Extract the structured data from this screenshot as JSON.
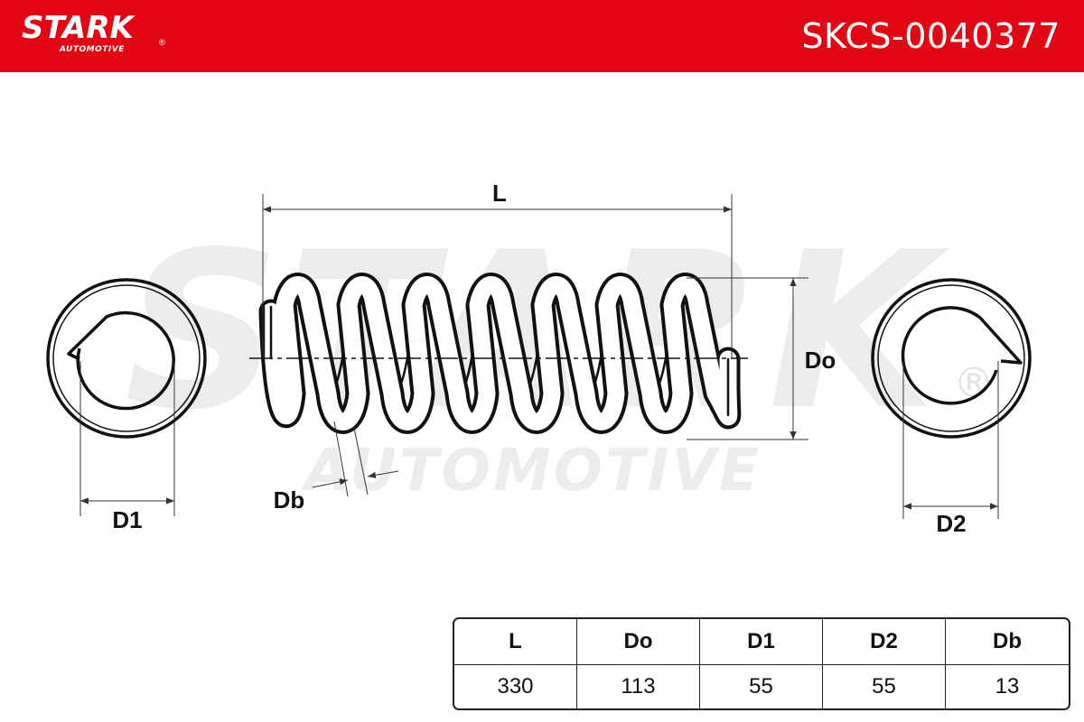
{
  "header": {
    "brand": "STARK",
    "brand_reg": "®",
    "brand_sub": "AUTOMOTIVE",
    "part_number": "SKCS-0040377",
    "color": "#e30613"
  },
  "watermark": {
    "brand": "STARK",
    "sub": "AUTOMOTIVE",
    "reg": "®"
  },
  "drawing": {
    "labels": {
      "length": "L",
      "outer_diameter": "Do",
      "wire_diameter": "Db",
      "end_diameter_1": "D1",
      "end_diameter_2": "D2"
    }
  },
  "spec_table": {
    "headers": [
      "L",
      "Do",
      "D1",
      "D2",
      "Db"
    ],
    "values": [
      "330",
      "113",
      "55",
      "55",
      "13"
    ]
  }
}
